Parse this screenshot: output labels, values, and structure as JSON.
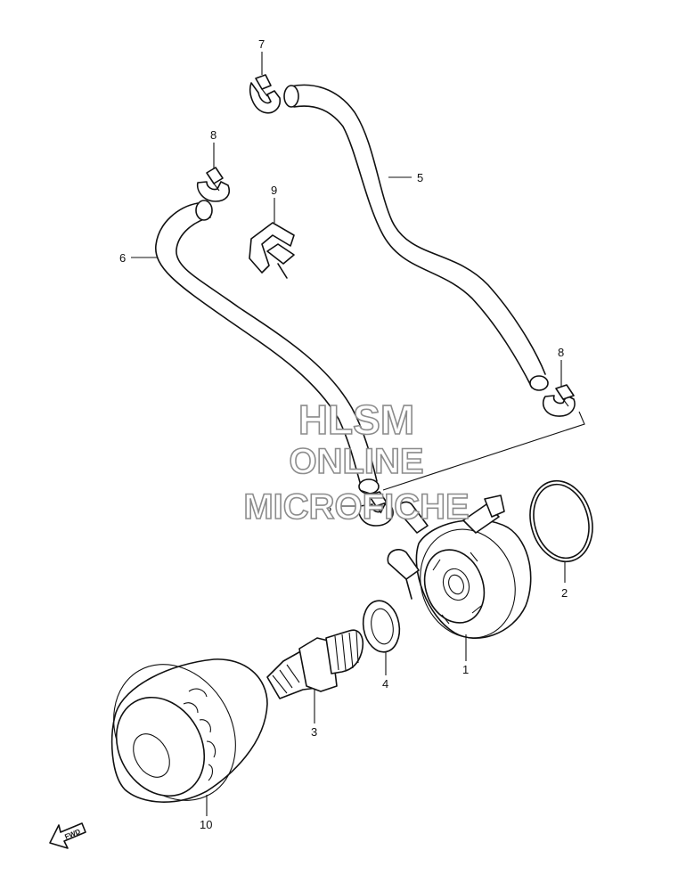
{
  "watermark": {
    "line1": "HLSM",
    "line2": "ONLINE",
    "line3": "MICROFICHE"
  },
  "labels": {
    "p1": "1",
    "p2": "2",
    "p3a": "3",
    "p3b": "3",
    "p4": "4",
    "p5": "5",
    "p6": "6",
    "p7": "7",
    "p8a": "8",
    "p8b": "8",
    "p9": "9",
    "p10": "10"
  },
  "fwd_arrow": {
    "text": "FWD"
  }
}
